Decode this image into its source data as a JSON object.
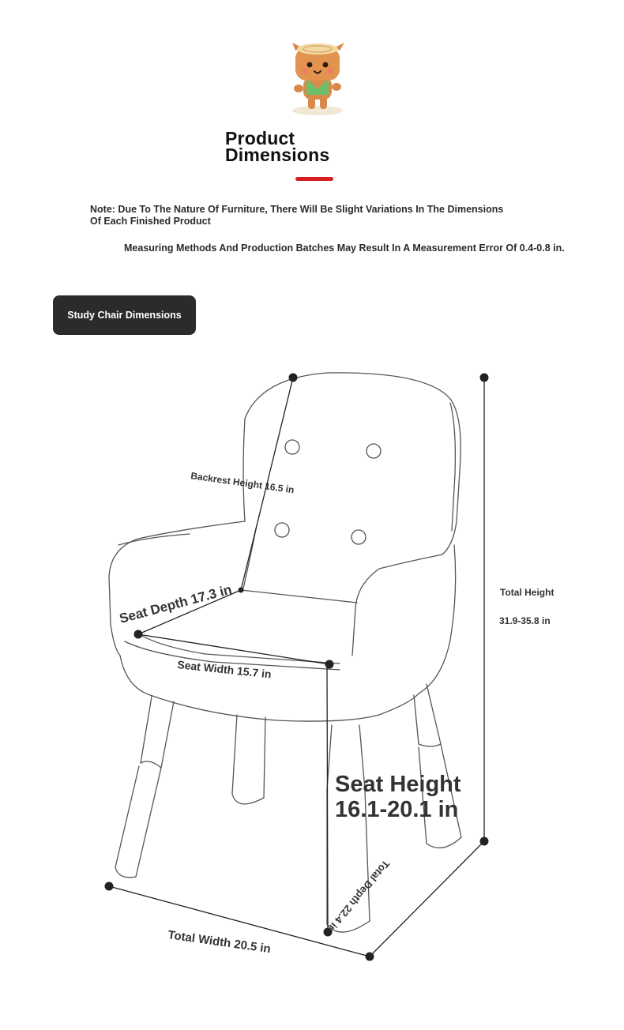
{
  "header": {
    "title_line1": "Product",
    "title_line2": "Dimensions",
    "accent_color": "#d61e1e"
  },
  "notes": {
    "note1": "Note: Due To The Nature Of Furniture, There Will Be Slight Variations In The Dimensions Of Each Finished Product",
    "note2": "Measuring Methods And Production Batches May Result In A Measurement Error Of 0.4-0.8 in."
  },
  "tab": {
    "label": "Study Chair Dimensions"
  },
  "dimensions": {
    "backrest_height": "Backrest Height 16.5 in",
    "seat_depth": "Seat Depth 17.3 in",
    "seat_width": "Seat Width 15.7 in",
    "seat_height_line1": "Seat Height",
    "seat_height_line2": "16.1-20.1 in",
    "total_height_label": "Total Height",
    "total_height_value": "31.9-35.8 in",
    "total_width": "Total Width 20.5 in",
    "total_depth": "Total Depth 22.4 in"
  },
  "icons": {
    "mascot": "tree-stump-mascot-icon"
  }
}
